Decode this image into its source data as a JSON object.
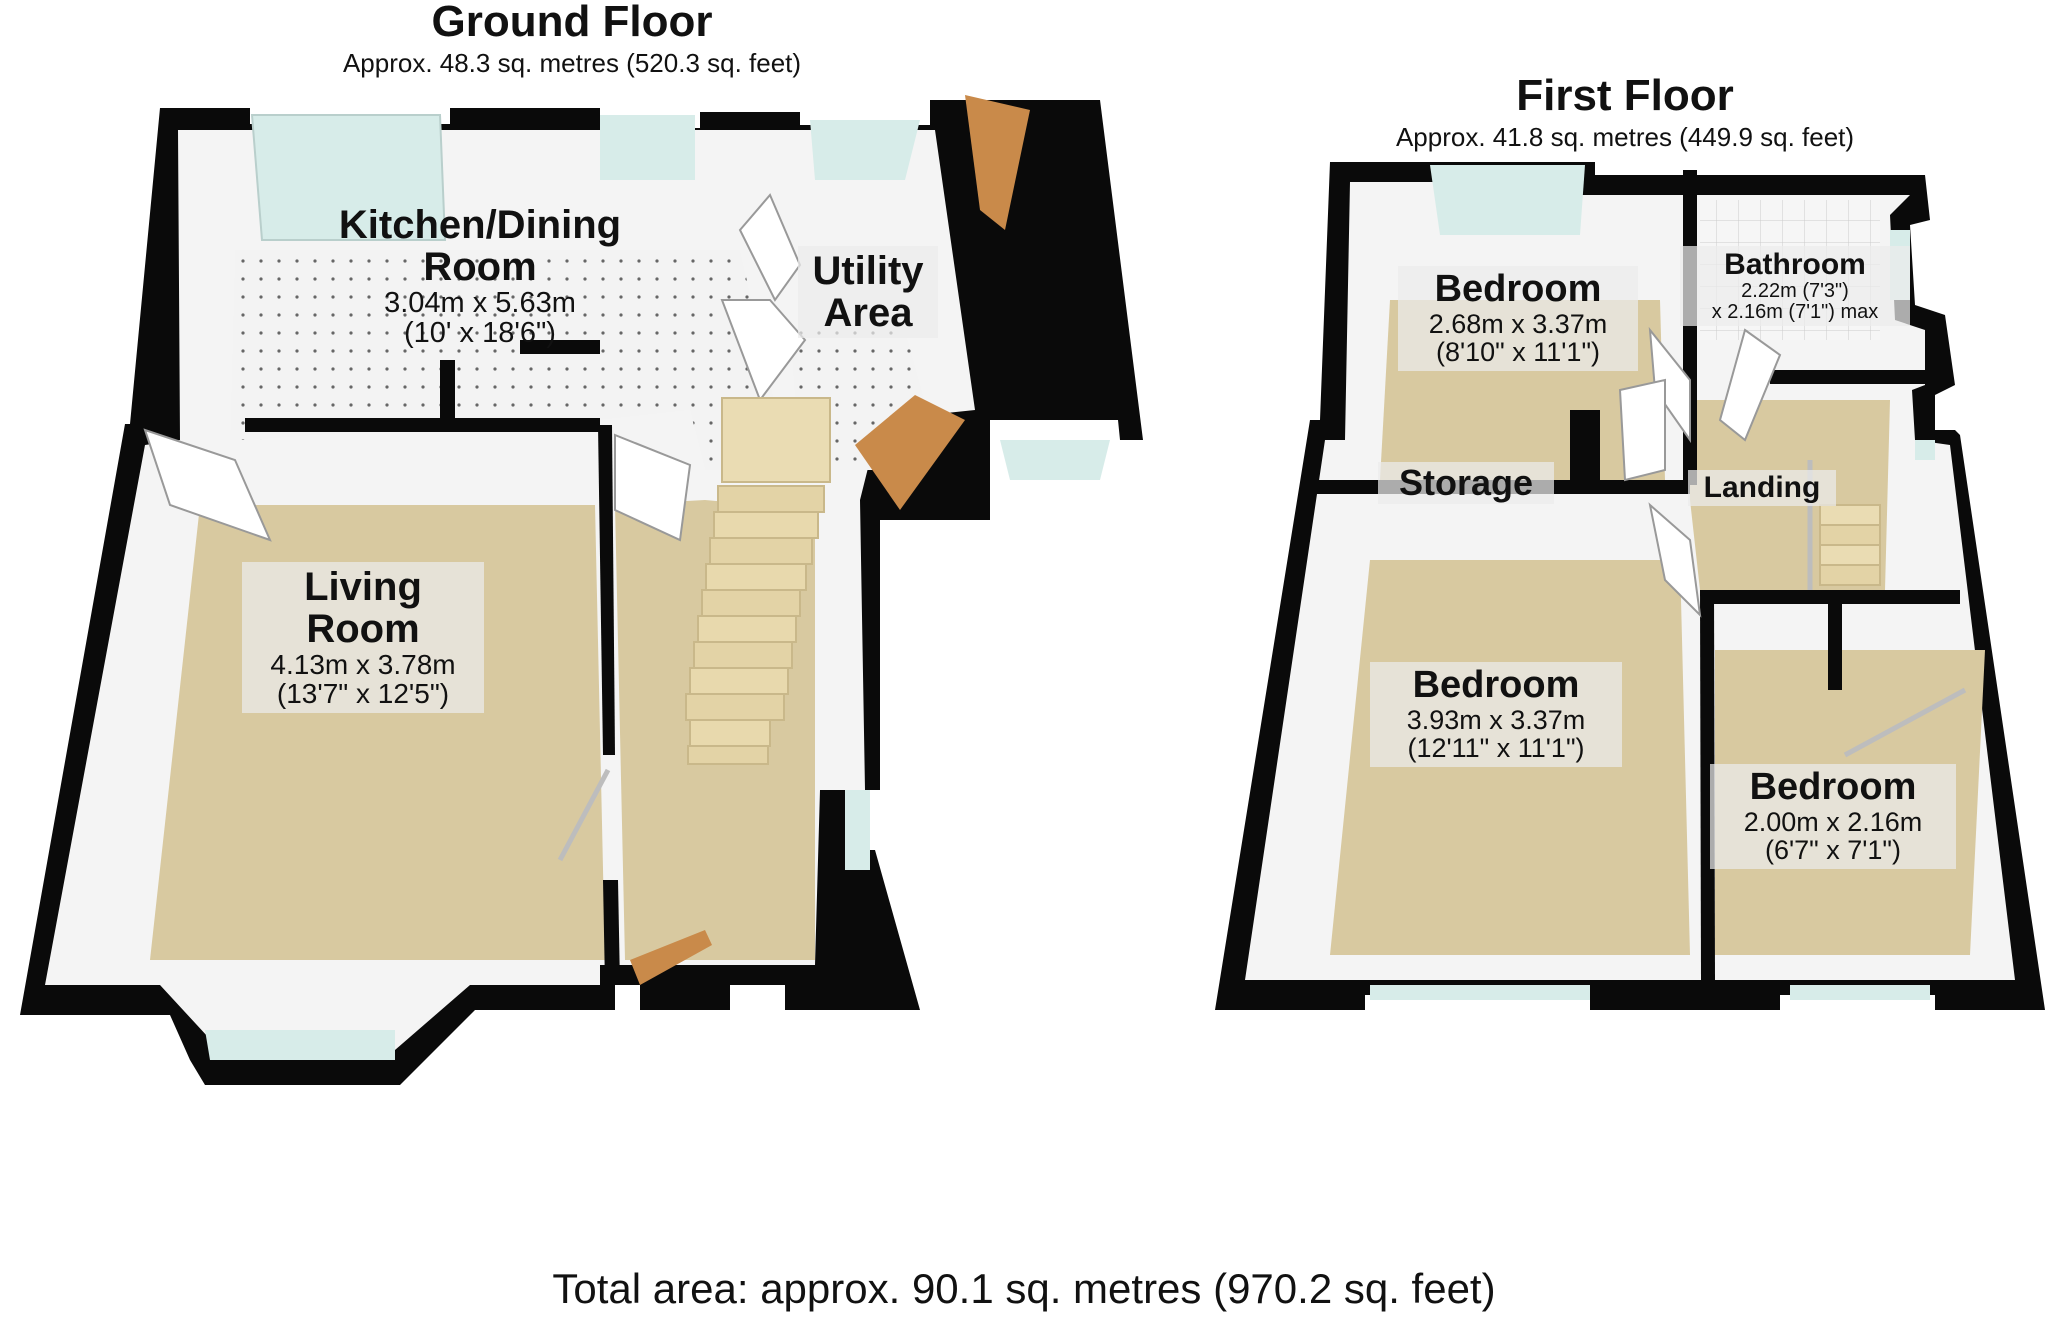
{
  "ground_floor": {
    "title": "Ground Floor",
    "area": "Approx. 48.3 sq. metres (520.3 sq. feet)",
    "rooms": {
      "kitchen": {
        "name_line1": "Kitchen/Dining",
        "name_line2": "Room",
        "dim_metric": "3.04m x 5.63m",
        "dim_imperial": "(10' x 18'6\")"
      },
      "utility": {
        "name_line1": "Utility",
        "name_line2": "Area"
      },
      "living": {
        "name_line1": "Living",
        "name_line2": "Room",
        "dim_metric": "4.13m x 3.78m",
        "dim_imperial": "(13'7\" x 12'5\")"
      }
    }
  },
  "first_floor": {
    "title": "First Floor",
    "area": "Approx. 41.8 sq. metres (449.9 sq. feet)",
    "rooms": {
      "bedroom1": {
        "name": "Bedroom",
        "dim_metric": "2.68m x 3.37m",
        "dim_imperial": "(8'10\" x 11'1\")"
      },
      "bathroom": {
        "name": "Bathroom",
        "dim_line1": "2.22m (7'3\")",
        "dim_line2": "x 2.16m (7'1\") max"
      },
      "storage": {
        "name": "Storage"
      },
      "landing": {
        "name": "Landing"
      },
      "bedroom2": {
        "name": "Bedroom",
        "dim_metric": "3.93m x 3.37m",
        "dim_imperial": "(12'11\" x 11'1\")"
      },
      "bedroom3": {
        "name": "Bedroom",
        "dim_metric": "2.00m x 2.16m",
        "dim_imperial": "(6'7\" x 7'1\")"
      }
    }
  },
  "total_area": "Total area: approx. 90.1 sq. metres (970.2 sq. feet)",
  "colors": {
    "wall": "#0a0a0a",
    "wall_inner": "#f4f4f4",
    "carpet": "#d8c9a0",
    "tile": "#f1f1f1",
    "window": "#d7ece9",
    "door": "#c98a4a"
  }
}
